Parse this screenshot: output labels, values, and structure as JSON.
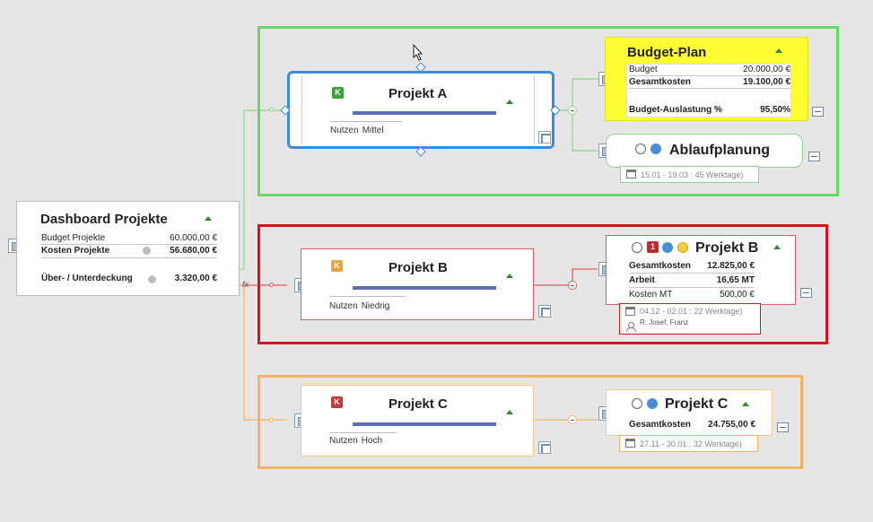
{
  "colors": {
    "background": "#e6e6e6",
    "group_a": "#66d966",
    "group_b": "#d8121f",
    "group_c": "#f5b264",
    "selected": "#3b8be0",
    "budget_bg": "#ffff33",
    "bar": "#5a6fb8",
    "k_green": "#3aa13a",
    "k_orange": "#e8a53a",
    "k_red": "#c63a3a"
  },
  "dashboard": {
    "title": "Dashboard Projekte",
    "rows": [
      {
        "label": "Budget Projekte",
        "value": "60.000,00 €"
      },
      {
        "label": "Kosten Projekte",
        "value": "56.680,00 €"
      },
      {
        "label": "Über- / Unterdeckung",
        "value": "3.320,00 €"
      }
    ]
  },
  "projects": [
    {
      "id": "a",
      "title": "Projekt A",
      "badge": "K",
      "meta_label": "Nutzen",
      "meta_value": "Mittel"
    },
    {
      "id": "b",
      "title": "Projekt B",
      "badge": "K",
      "meta_label": "Nutzen",
      "meta_value": "Niedrig"
    },
    {
      "id": "c",
      "title": "Projekt C",
      "badge": "K",
      "meta_label": "Nutzen",
      "meta_value": "Hoch"
    }
  ],
  "budget_plan": {
    "title": "Budget-Plan",
    "rows": [
      {
        "label": "Budget",
        "value": "20.000,00 €"
      },
      {
        "label": "Gesamtkosten",
        "value": "19.100,00 €"
      },
      {
        "label": "Budget-Auslastung %",
        "value": "95,50%"
      }
    ]
  },
  "ablaufplanung": {
    "title": "Ablaufplanung",
    "date": "15.01 - 19.03 : 45 Werktage)"
  },
  "detail_b": {
    "title": "Projekt B",
    "badge_num": "1",
    "rows": [
      {
        "label": "Gesamtkosten",
        "value": "12.825,00 €"
      },
      {
        "label": "Arbeit",
        "value": "16,65 MT"
      },
      {
        "label": "Kosten MT",
        "value": "500,00 €"
      }
    ],
    "date": "04.12 - 02.01 : 22 Werktage)",
    "resource": "R: Josef, Franz"
  },
  "detail_c": {
    "title": "Projekt C",
    "rows": [
      {
        "label": "Gesamtkosten",
        "value": "24.755,00 €"
      }
    ],
    "date": "27.11 - 30.01 : 32 Werktage)"
  },
  "fx_label": "fx"
}
